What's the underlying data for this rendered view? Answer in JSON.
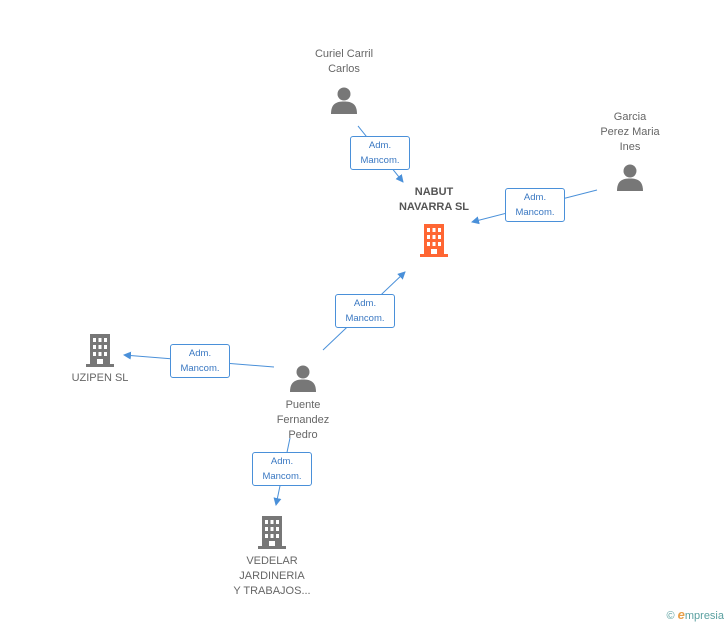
{
  "nodes": {
    "nabut": {
      "label_lines": [
        "NABUT",
        "NAVARRA SL"
      ],
      "icon": "building-icon",
      "color": "#ff6633"
    },
    "curiel": {
      "label_lines": [
        "Curiel Carril",
        "Carlos"
      ],
      "icon": "person-icon",
      "color": "#777777"
    },
    "garcia": {
      "label_lines": [
        "Garcia",
        "Perez Maria",
        "Ines"
      ],
      "icon": "person-icon",
      "color": "#777777"
    },
    "puente": {
      "label_lines": [
        "Puente",
        "Fernandez",
        "Pedro"
      ],
      "icon": "person-icon",
      "color": "#777777"
    },
    "uzipen": {
      "label_lines": [
        "UZIPEN SL"
      ],
      "icon": "building-icon",
      "color": "#777777"
    },
    "vedelar": {
      "label_lines": [
        "VEDELAR",
        "JARDINERIA",
        "Y TRABAJOS..."
      ],
      "icon": "building-icon",
      "color": "#777777"
    }
  },
  "edges": [
    {
      "from": "curiel",
      "to": "nabut",
      "label_lines": [
        "Adm.",
        "Mancom."
      ]
    },
    {
      "from": "garcia",
      "to": "nabut",
      "label_lines": [
        "Adm.",
        "Mancom."
      ]
    },
    {
      "from": "puente",
      "to": "nabut",
      "label_lines": [
        "Adm.",
        "Mancom."
      ]
    },
    {
      "from": "puente",
      "to": "uzipen",
      "label_lines": [
        "Adm.",
        "Mancom."
      ]
    },
    {
      "from": "puente",
      "to": "vedelar",
      "label_lines": [
        "Adm.",
        "Mancom."
      ]
    }
  ],
  "footer": {
    "copyright_symbol": "©",
    "brand_initial": "e",
    "brand_rest": "mpresia"
  },
  "colors": {
    "edge": "#4a90d9",
    "accent": "#ff6633",
    "neutral": "#777777"
  }
}
